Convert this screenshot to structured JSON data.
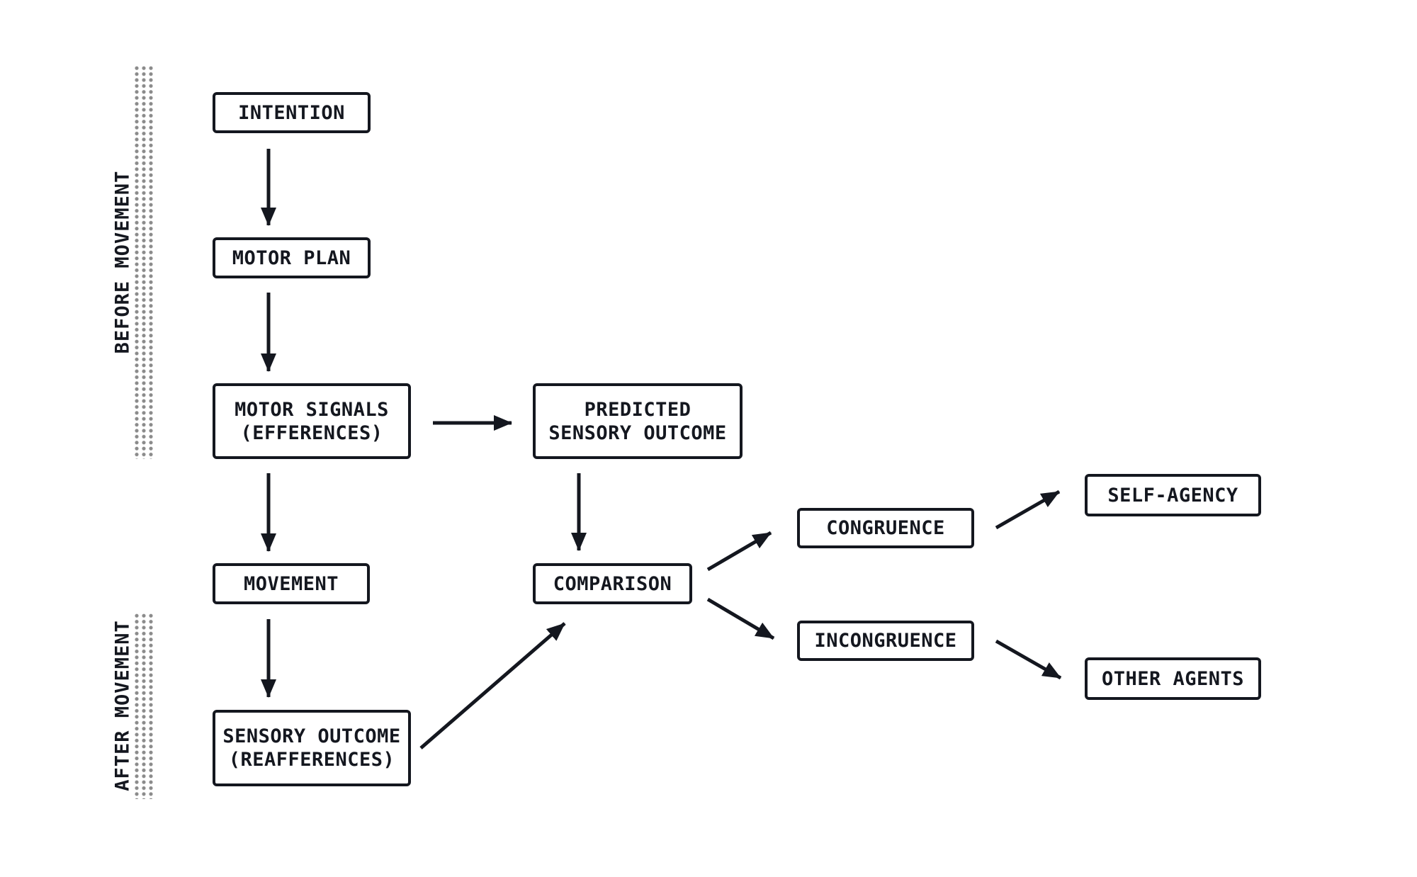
{
  "diagram": {
    "type": "flowchart",
    "colors": {
      "ink": "#14171f",
      "dots": "#8b8b8b",
      "background": "#ffffff"
    },
    "phase_labels": [
      {
        "id": "before-movement",
        "label": "BEFORE MOVEMENT"
      },
      {
        "id": "after-movement",
        "label": "AFTER MOVEMENT"
      }
    ],
    "nodes": [
      {
        "id": "intention",
        "lines": [
          "INTENTION"
        ]
      },
      {
        "id": "motor-plan",
        "lines": [
          "MOTOR PLAN"
        ]
      },
      {
        "id": "motor-signals",
        "lines": [
          "MOTOR SIGNALS",
          "(EFFERENCES)"
        ]
      },
      {
        "id": "movement",
        "lines": [
          "MOVEMENT"
        ]
      },
      {
        "id": "sensory-outcome",
        "lines": [
          "SENSORY OUTCOME",
          "(REAFFERENCES)"
        ]
      },
      {
        "id": "predicted-sensory-outcome",
        "lines": [
          "PREDICTED",
          "SENSORY OUTCOME"
        ]
      },
      {
        "id": "comparison",
        "lines": [
          "COMPARISON"
        ]
      },
      {
        "id": "congruence",
        "lines": [
          "CONGRUENCE"
        ]
      },
      {
        "id": "incongruence",
        "lines": [
          "INCONGRUENCE"
        ]
      },
      {
        "id": "self-agency",
        "lines": [
          "SELF-AGENCY"
        ]
      },
      {
        "id": "other-agents",
        "lines": [
          "OTHER AGENTS"
        ]
      }
    ],
    "edges": [
      {
        "from": "intention",
        "to": "motor-plan"
      },
      {
        "from": "motor-plan",
        "to": "motor-signals"
      },
      {
        "from": "motor-signals",
        "to": "movement"
      },
      {
        "from": "movement",
        "to": "sensory-outcome"
      },
      {
        "from": "motor-signals",
        "to": "predicted-sensory-outcome"
      },
      {
        "from": "predicted-sensory-outcome",
        "to": "comparison"
      },
      {
        "from": "sensory-outcome",
        "to": "comparison"
      },
      {
        "from": "comparison",
        "to": "congruence"
      },
      {
        "from": "comparison",
        "to": "incongruence"
      },
      {
        "from": "congruence",
        "to": "self-agency"
      },
      {
        "from": "incongruence",
        "to": "other-agents"
      }
    ]
  }
}
